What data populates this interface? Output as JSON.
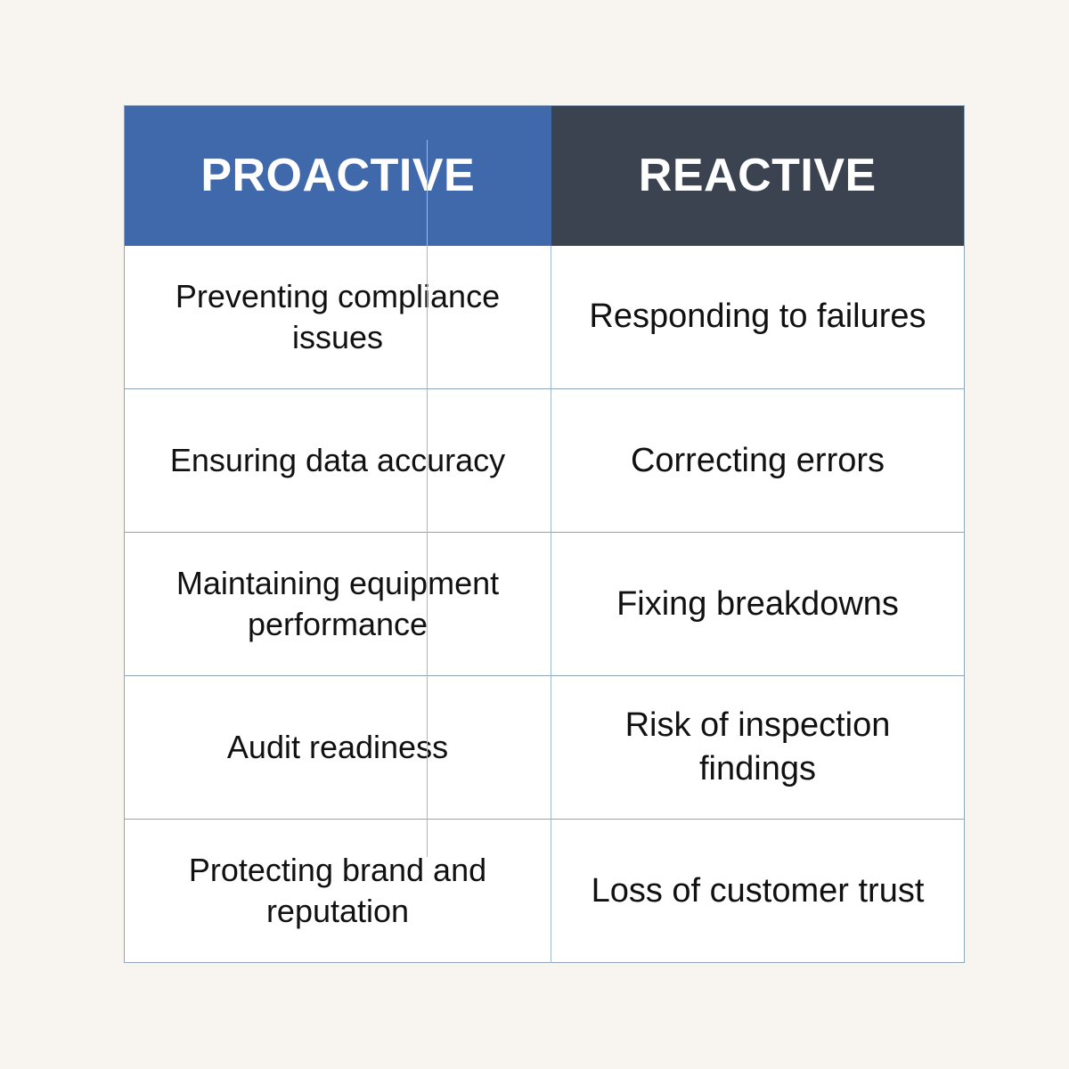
{
  "page": {
    "background_color": "#f8f5f0",
    "title": "Proactive vs Reactive"
  },
  "table": {
    "border_color": "#8ea6b8",
    "divider_color": "#9fb9cf",
    "body_background": "#ffffff",
    "columns": [
      {
        "key": "proactive",
        "header": "PROACTIVE",
        "header_background": "#4069ab",
        "header_text_color": "#ffffff"
      },
      {
        "key": "reactive",
        "header": "REACTIVE",
        "header_background": "#3b4250",
        "header_text_color": "#ffffff"
      }
    ],
    "rows": [
      {
        "proactive": "Preventing compliance issues",
        "reactive": "Responding to failures"
      },
      {
        "proactive": "Ensuring data accuracy",
        "reactive": "Correcting errors"
      },
      {
        "proactive": "Maintaining equipment performance",
        "reactive": "Fixing breakdowns"
      },
      {
        "proactive": "Audit readiness",
        "reactive": "Risk of inspection findings"
      },
      {
        "proactive": "Protecting brand and reputation",
        "reactive": "Loss of customer trust"
      }
    ]
  }
}
